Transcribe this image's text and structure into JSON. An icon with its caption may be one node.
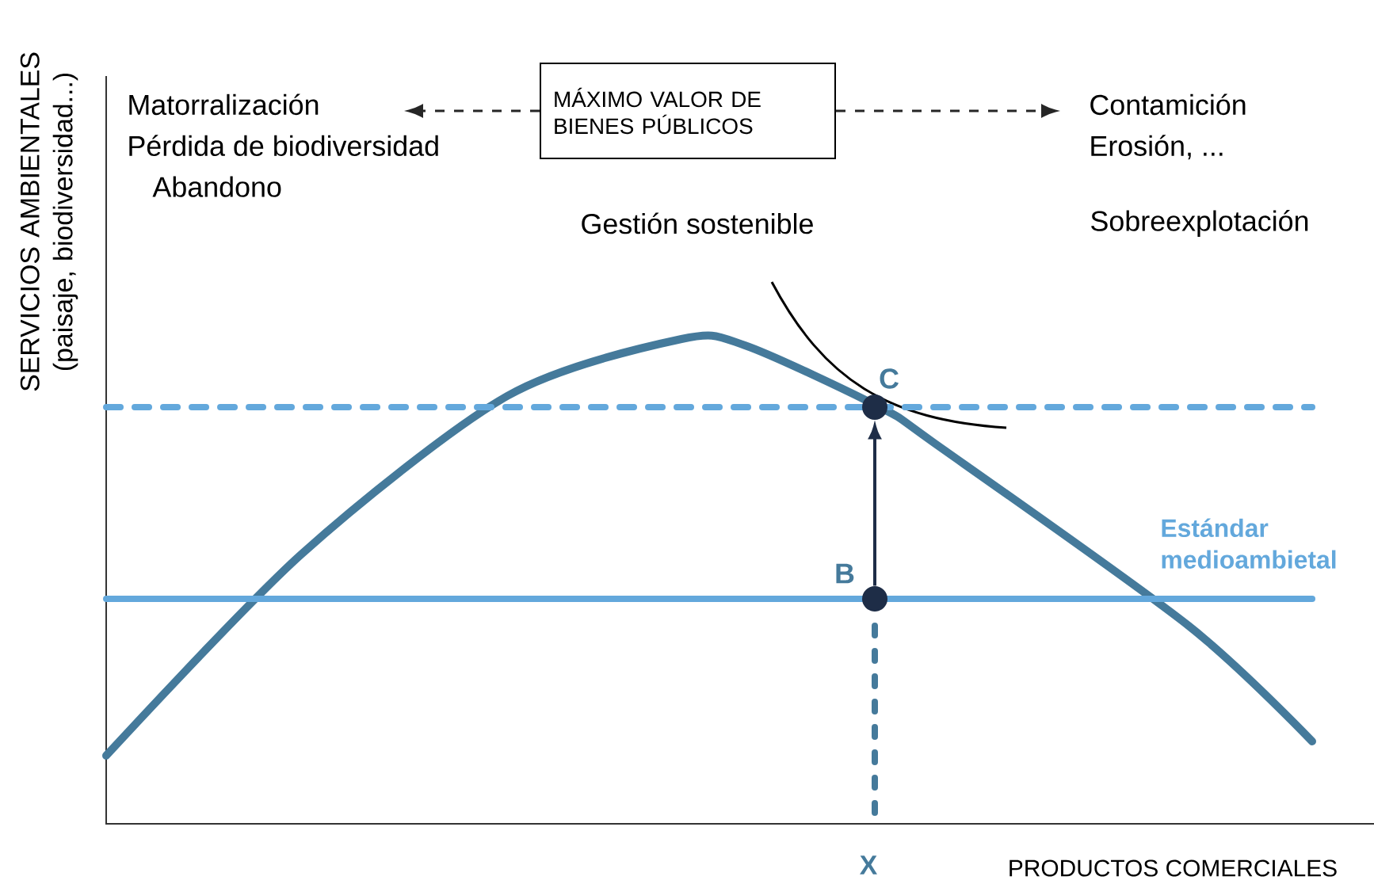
{
  "diagram": {
    "nodes": [
      {
        "text": [
          "MÁXIMO VALOR DE BIENES PÚBLICOS"
        ]
      },
      {
        "text": [
          "Matorralización",
          "Pérdida de biodiversidad",
          "Abandono"
        ]
      },
      {
        "text": [
          "Contamición",
          "Erosión, ..."
        ]
      },
      {
        "text": [],
        "shape": "circle",
        "beside": [
          "B"
        ]
      },
      {
        "text": [],
        "shape": "circle",
        "beside": [
          "C"
        ]
      }
    ],
    "edges": [
      {
        "from": 0,
        "to": 1,
        "arrow": "to",
        "style": "dashed"
      },
      {
        "from": 0,
        "to": 2,
        "arrow": "to",
        "style": "dashed"
      },
      {
        "from": 3,
        "to": 4,
        "arrow": "to",
        "color": "#1e2d47"
      }
    ],
    "labels": [
      "SERVICIOS AMBIENTALES (paisaje, biodiversidad...)",
      "Gestión sostenible",
      "Sobreexplotación",
      "Estándar medioambietal",
      "X",
      "PRODUCTOS COMERCIALES"
    ]
  }
}
